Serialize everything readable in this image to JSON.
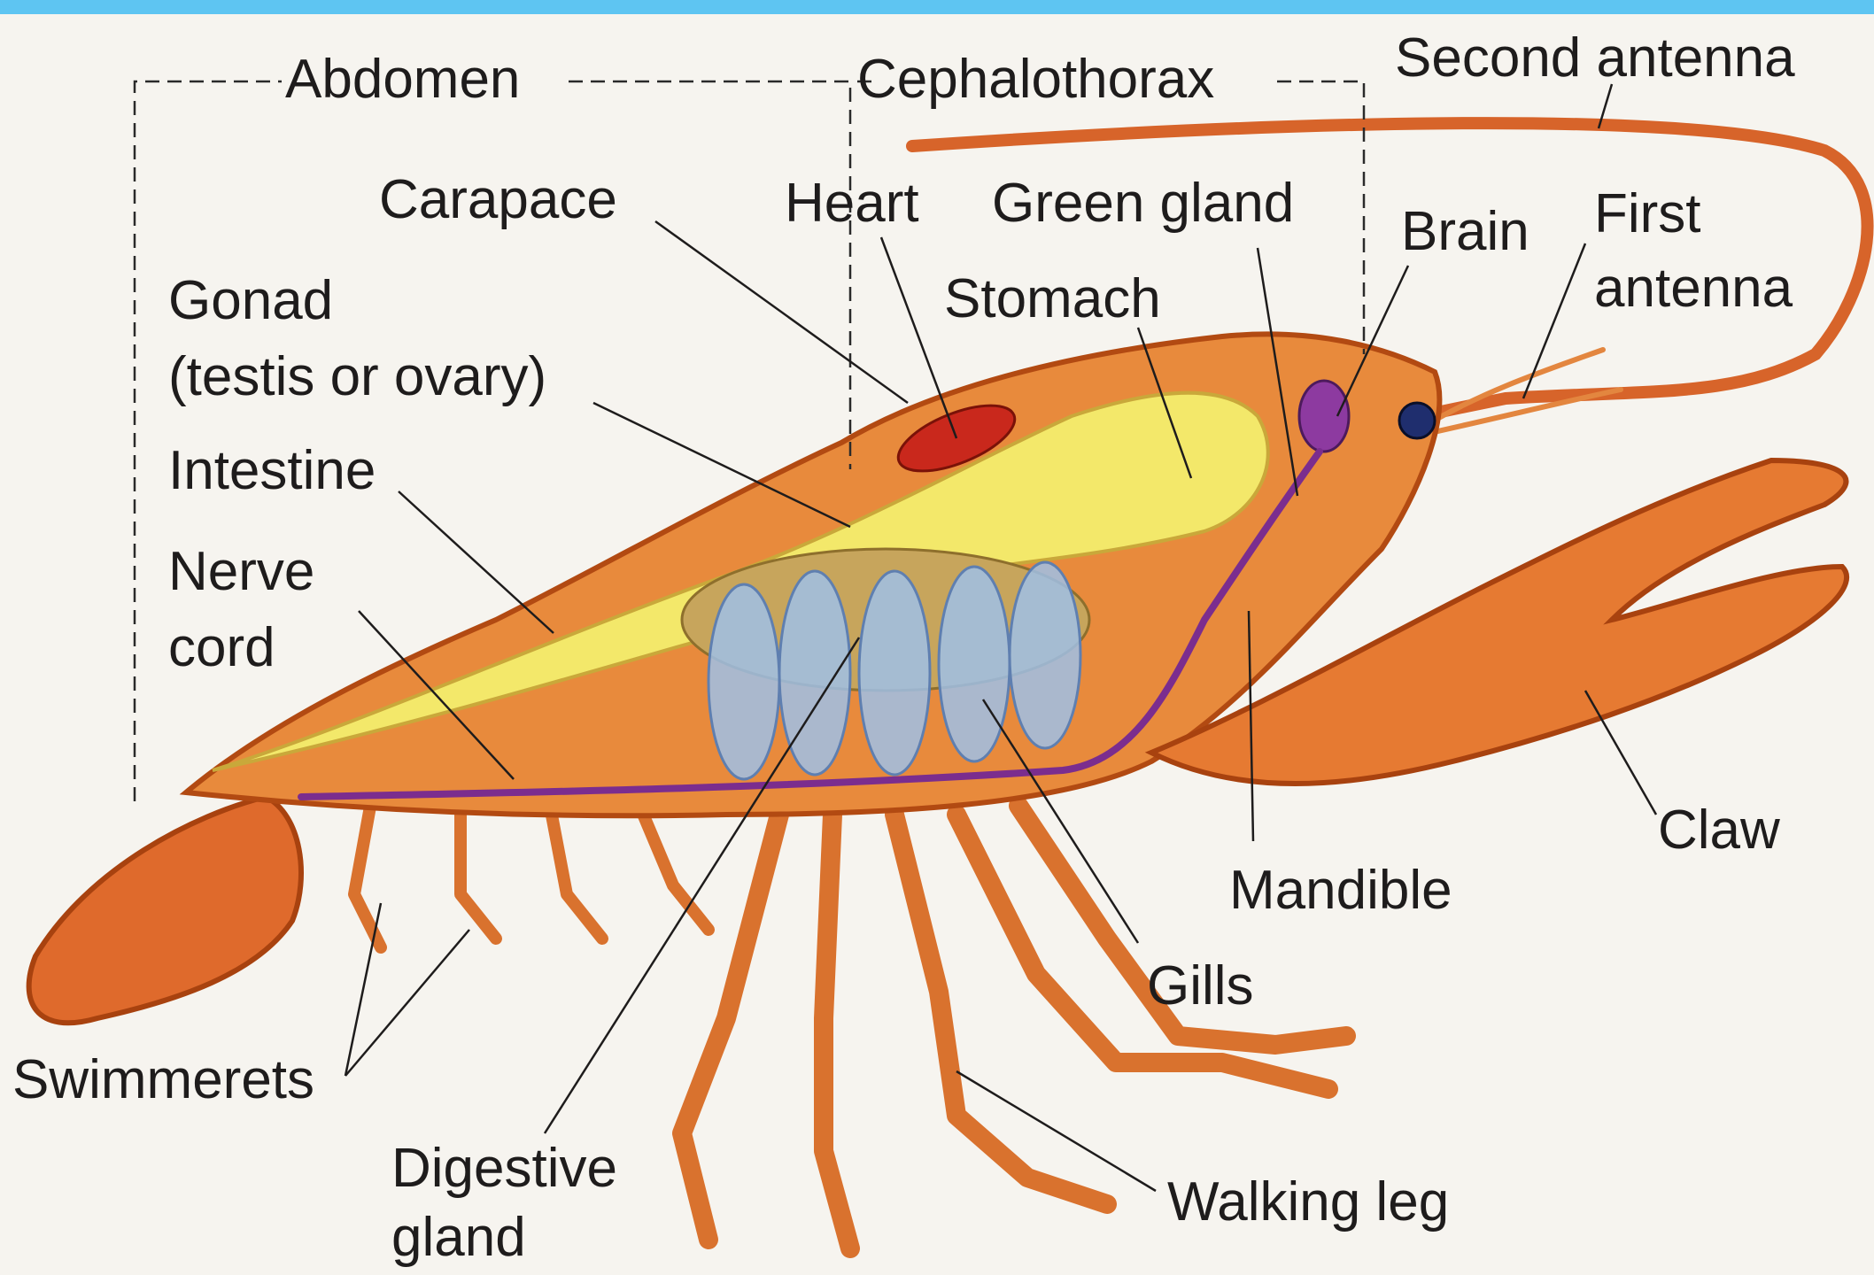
{
  "colors": {
    "top_bar": "#5ec5f2",
    "background": "#f6f4ef",
    "shell": "#e88a3c",
    "shell_dark": "#b24a12",
    "gut": "#f3e86a",
    "nerve": "#7b2d8e",
    "gills": "#9fc0e6",
    "heart": "#c9281c"
  },
  "labels": {
    "abdomen": "Abdomen",
    "cephalothorax": "Cephalothorax",
    "second_antenna": "Second antenna",
    "carapace": "Carapace",
    "heart": "Heart",
    "green_gland": "Green gland",
    "brain": "Brain",
    "first_antenna_1": "First",
    "first_antenna_2": "antenna",
    "gonad_1": "Gonad",
    "gonad_2": "(testis or ovary)",
    "stomach": "Stomach",
    "intestine": "Intestine",
    "nerve_cord_1": "Nerve",
    "nerve_cord_2": "cord",
    "claw": "Claw",
    "mandible": "Mandible",
    "gills": "Gills",
    "swimmerets": "Swimmerets",
    "digestive_gland_1": "Digestive",
    "digestive_gland_2": "gland",
    "walking_leg": "Walking leg"
  }
}
